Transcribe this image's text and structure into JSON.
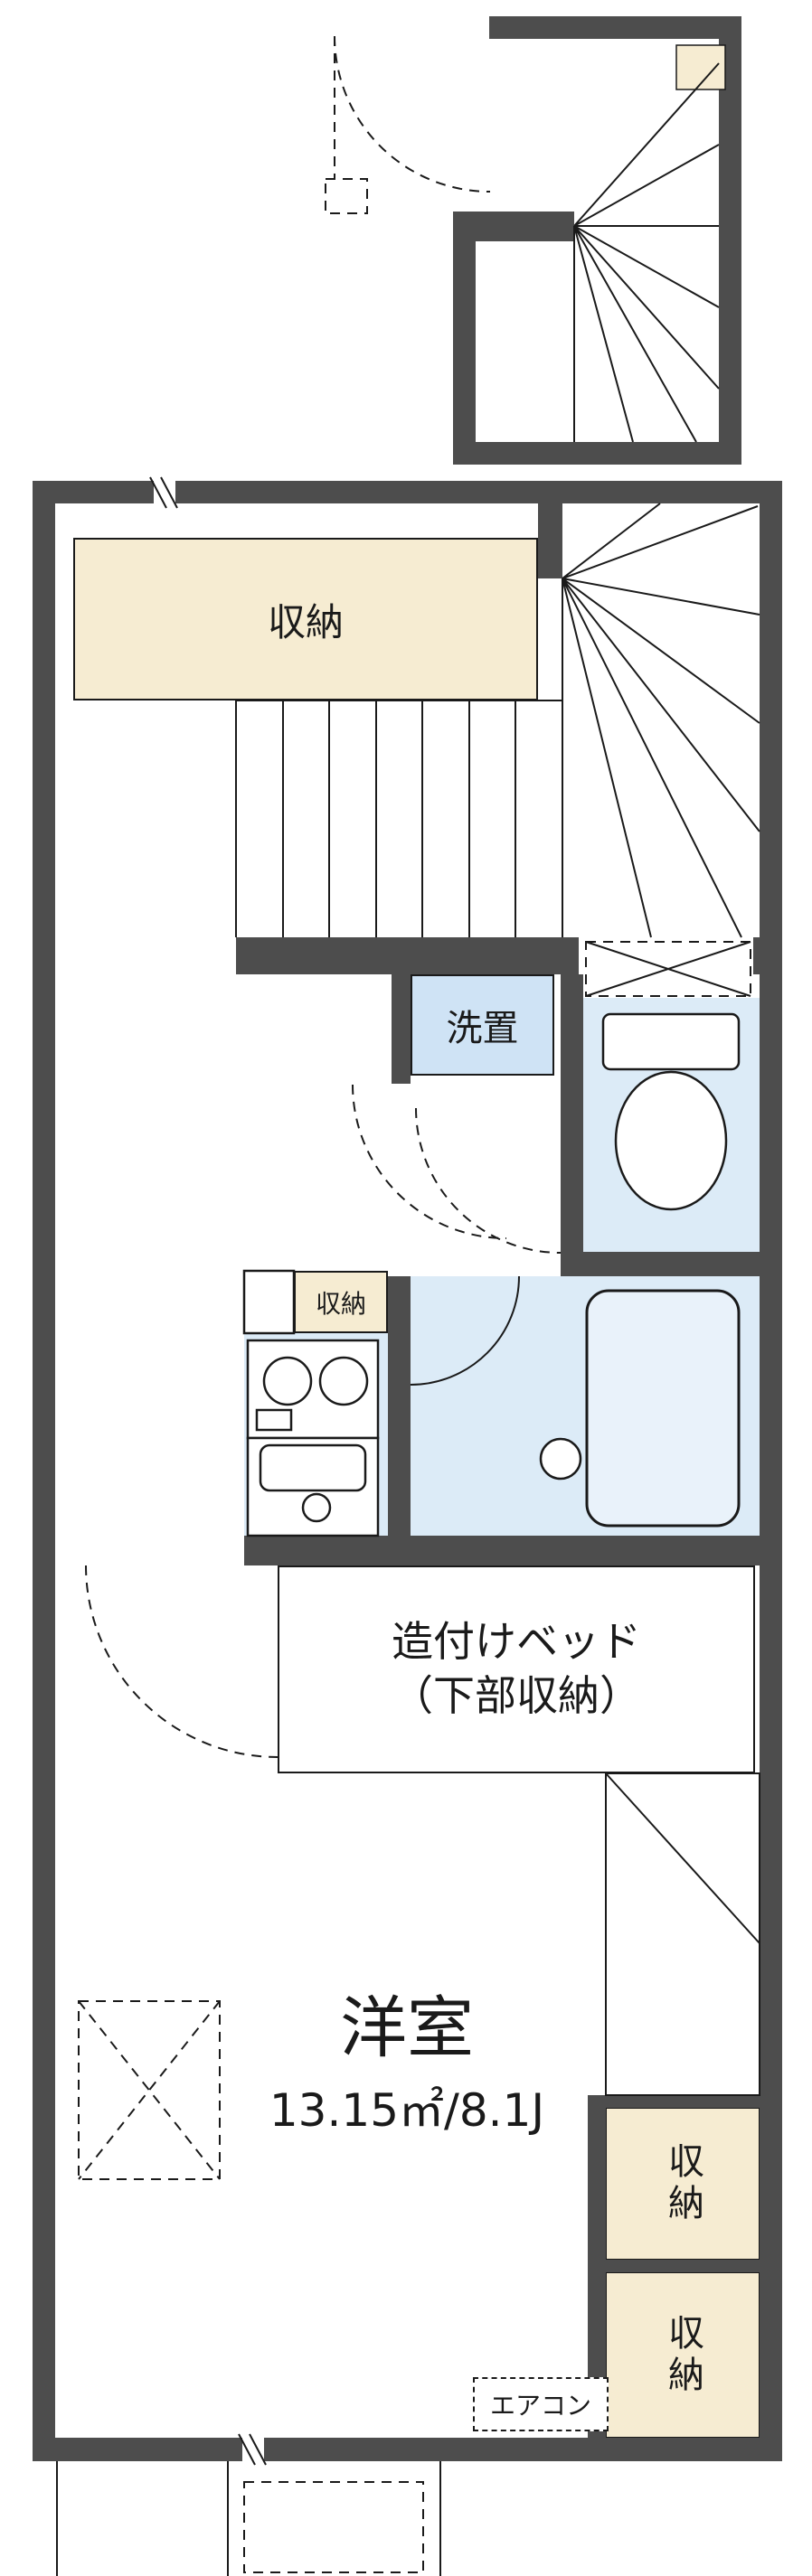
{
  "document": {
    "type": "apartment-floor-plan"
  },
  "labels": {
    "storage_top": "収納",
    "washer_space": "洗置",
    "kitchen_storage": "収納",
    "built_in_bed_line1": "造付けベッド",
    "built_in_bed_line2": "（下部収納）",
    "room_name": "洋室",
    "room_area": "13.15㎡/8.1J",
    "storage_right_upper": "収納",
    "storage_right_lower": "収納",
    "air_conditioner": "エアコン"
  },
  "colors": {
    "wall": "#4d4d4d",
    "storage_fill": "#f6ecd2",
    "wet_area_fill": "#dcebf7",
    "washer_box_fill": "#cfe3f5",
    "fixture_fill": "#ffffff",
    "line": "#1a1a1a",
    "background": "#ffffff"
  }
}
